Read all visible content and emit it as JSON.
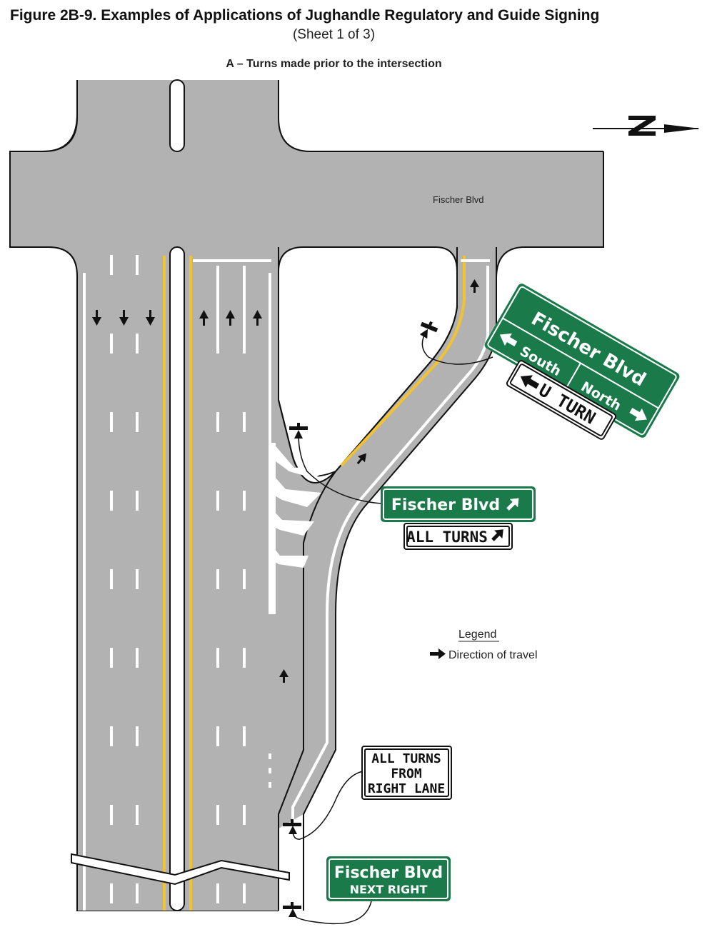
{
  "header": {
    "title": "Figure 2B-9.  Examples of Applications of Jughandle Regulatory and Guide Signing",
    "sheet": "(Sheet 1 of 3)",
    "subtitle": "A – Turns made prior to the intersection"
  },
  "north_arrow": {
    "letter": "N"
  },
  "road_label": "Fischer Blvd",
  "signs": {
    "uturn_guide": {
      "title": "Fischer Blvd",
      "left": "South",
      "right": "North"
    },
    "uturn_plaque": {
      "text": "U TURN"
    },
    "guide_mid": {
      "text": "Fischer Blvd"
    },
    "plaque_all_turns": {
      "text": "ALL TURNS"
    },
    "reg_sign": {
      "line1": "ALL TURNS",
      "line2": "FROM",
      "line3": "RIGHT LANE"
    },
    "guide_bottom": {
      "line1": "Fischer Blvd",
      "line2": "NEXT RIGHT"
    }
  },
  "legend": {
    "title": "Legend",
    "item": "Direction of travel"
  },
  "colors": {
    "road": "#b2b2b3",
    "sign_green": "#1a7a4a",
    "yellow_line": "#f2c230",
    "background": "#ffffff"
  }
}
